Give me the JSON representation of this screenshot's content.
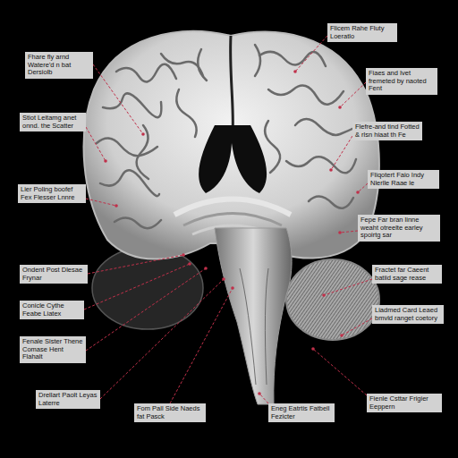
{
  "diagram": {
    "nodes": [
      {
        "text": [
          "Fhare fly arnd Watere'd n bat Dersiolb"
        ]
      },
      {
        "text": [
          "Stiot Leitamg anet onnd. the Scatter"
        ]
      },
      {
        "text": [
          "Lier Poling boofef Fex Flesser Lnnre"
        ]
      },
      {
        "text": [
          "Ondent Post Dlesae Frynar"
        ]
      },
      {
        "text": [
          "Conicle Cythe Feabe Liatex"
        ]
      },
      {
        "text": [
          "Fenale Sister Thene Comase Hent Flahalt"
        ]
      },
      {
        "text": [
          "Drellart Paolt Leyas Laterre"
        ]
      },
      {
        "text": [
          "Flicem Rahe Fluty Loeratlo"
        ]
      },
      {
        "text": [
          "Fiaes and Ivet fremeted by naoted Fent"
        ]
      },
      {
        "text": [
          "Flefre-and tind Fotted & rlsn hiaat th Fe"
        ]
      },
      {
        "text": [
          "Fliqotert Faio Indy Nlerlle Raae le"
        ]
      },
      {
        "text": [
          "Fepe Far bran linne weaht otreelte earley spoirtg sar"
        ]
      },
      {
        "text": [
          "Fractet far Caeent batiid sage rease"
        ]
      },
      {
        "text": [
          "Liadmed Card Leaed bmvld ranget coetory"
        ]
      },
      {
        "text": [
          "Fom Pall Side Naeds fat Pasck"
        ]
      },
      {
        "text": [
          "Eneg Eatrtis Fatbell Fezicter"
        ]
      },
      {
        "text": [
          "Fienle Csttar Frigier Eeppern"
        ]
      }
    ],
    "edges": []
  }
}
